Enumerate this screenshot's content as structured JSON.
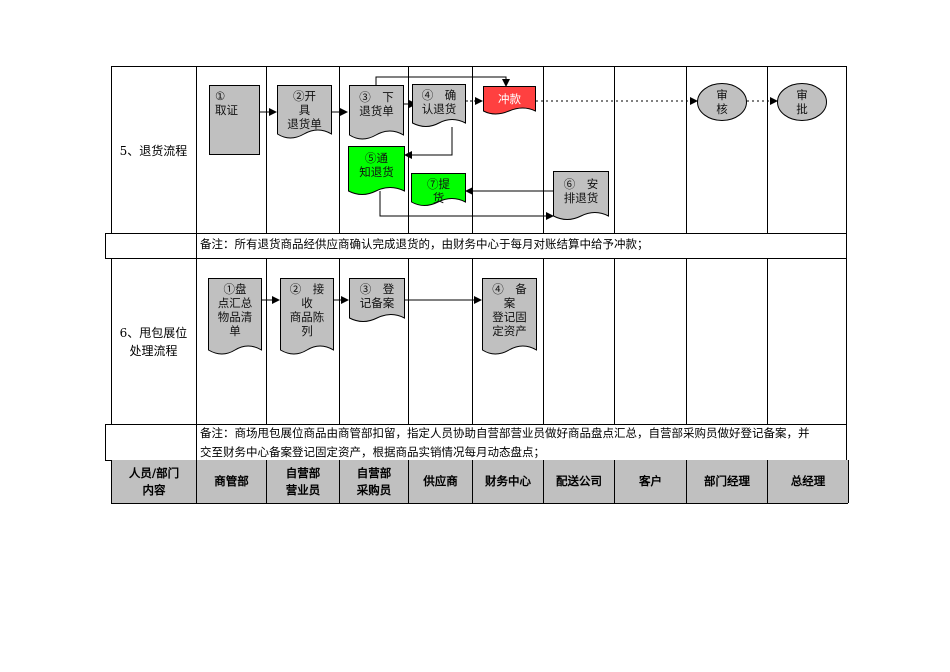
{
  "rows": {
    "return": {
      "label": "5、退货流程"
    },
    "return_note": "备注：所有退货商品经供应商确认完成退货的，由财务中心于每月对账结算中给予冲款；",
    "display": {
      "label": "6、甩包展位\n处理流程"
    },
    "display_note": "备注：商场甩包展位商品由商管部扣留，指定人员协助自营部营业员做好商品盘点汇总，自营部采购员做好登记备案，并\n交至财务中心备案登记固定资产，根据商品实销情况每月动态盘点；"
  },
  "shapes": {
    "qu_zheng": "①\n取证",
    "kai_ju": "②开\n具\n退货单",
    "xia_tuihuo": "③　下\n退货单",
    "queren": "④　确\n认退货",
    "chongkuan": "冲款",
    "tongzhi": "⑤通\n知退货",
    "tihuo": "⑦提\n货",
    "anpai": "⑥　安\n排退货",
    "shenhe": "审\n核",
    "shenpi": "审\n批",
    "pandian": "①盘\n点汇总\n物品清\n单",
    "jieshou": "②　接\n收\n商品陈\n列",
    "dengji": "③　登\n记备案",
    "beian": "④　备\n案\n登记固\n定资产"
  },
  "colors": {
    "gray": "#c0c0c0",
    "green": "#00ff00",
    "red": "#ff4040",
    "header_bg": "#c0c0c0"
  },
  "header": {
    "corner": "人员/部门\n内容",
    "columns": [
      "商管部",
      "自营部\n营业员",
      "自营部\n采购员",
      "供应商",
      "财务中心",
      "配送公司",
      "客户",
      "部门经理",
      "总经理"
    ]
  }
}
